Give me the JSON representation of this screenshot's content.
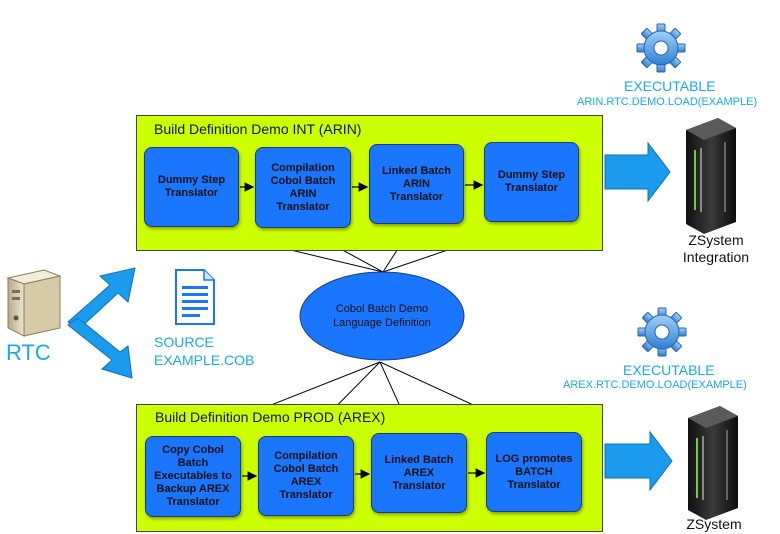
{
  "colors": {
    "panel": "#ccff00",
    "step": "#1a75ff",
    "cyan_text": "#19a8e8",
    "arrow": "#1a9bee"
  },
  "rtc": {
    "label": "RTC",
    "icon": "server-computer-icon"
  },
  "source": {
    "icon": "document-icon",
    "line1": "SOURCE",
    "line2": "EXAMPLE.COB"
  },
  "language": {
    "label": "Cobol Batch Demo\nLanguage Definition"
  },
  "int": {
    "title": "Build Definition Demo INT (ARIN)",
    "steps": [
      "Dummy Step\nTranslator",
      "Compilation\nCobol Batch\nARIN\nTranslator",
      "Linked Batch\nARIN\nTranslator",
      "Dummy Step\nTranslator"
    ],
    "executable_title": "EXECUTABLE",
    "executable_name": "ARIN.RTC.DEMO.LOAD(EXAMPLE)",
    "target_label": "ZSystem\nIntegration"
  },
  "prod": {
    "title": "Build Definition Demo PROD (AREX)",
    "steps": [
      "Copy Cobol\nBatch\nExecutables to\nBackup AREX\nTranslator",
      "Compilation\nCobol Batch\nAREX\nTranslator",
      "Linked Batch\nAREX\nTranslator",
      "LOG promotes\nBATCH\nTranslator"
    ],
    "executable_title": "EXECUTABLE",
    "executable_name": "AREX.RTC.DEMO.LOAD(EXAMPLE)",
    "target_label": "ZSystem"
  }
}
